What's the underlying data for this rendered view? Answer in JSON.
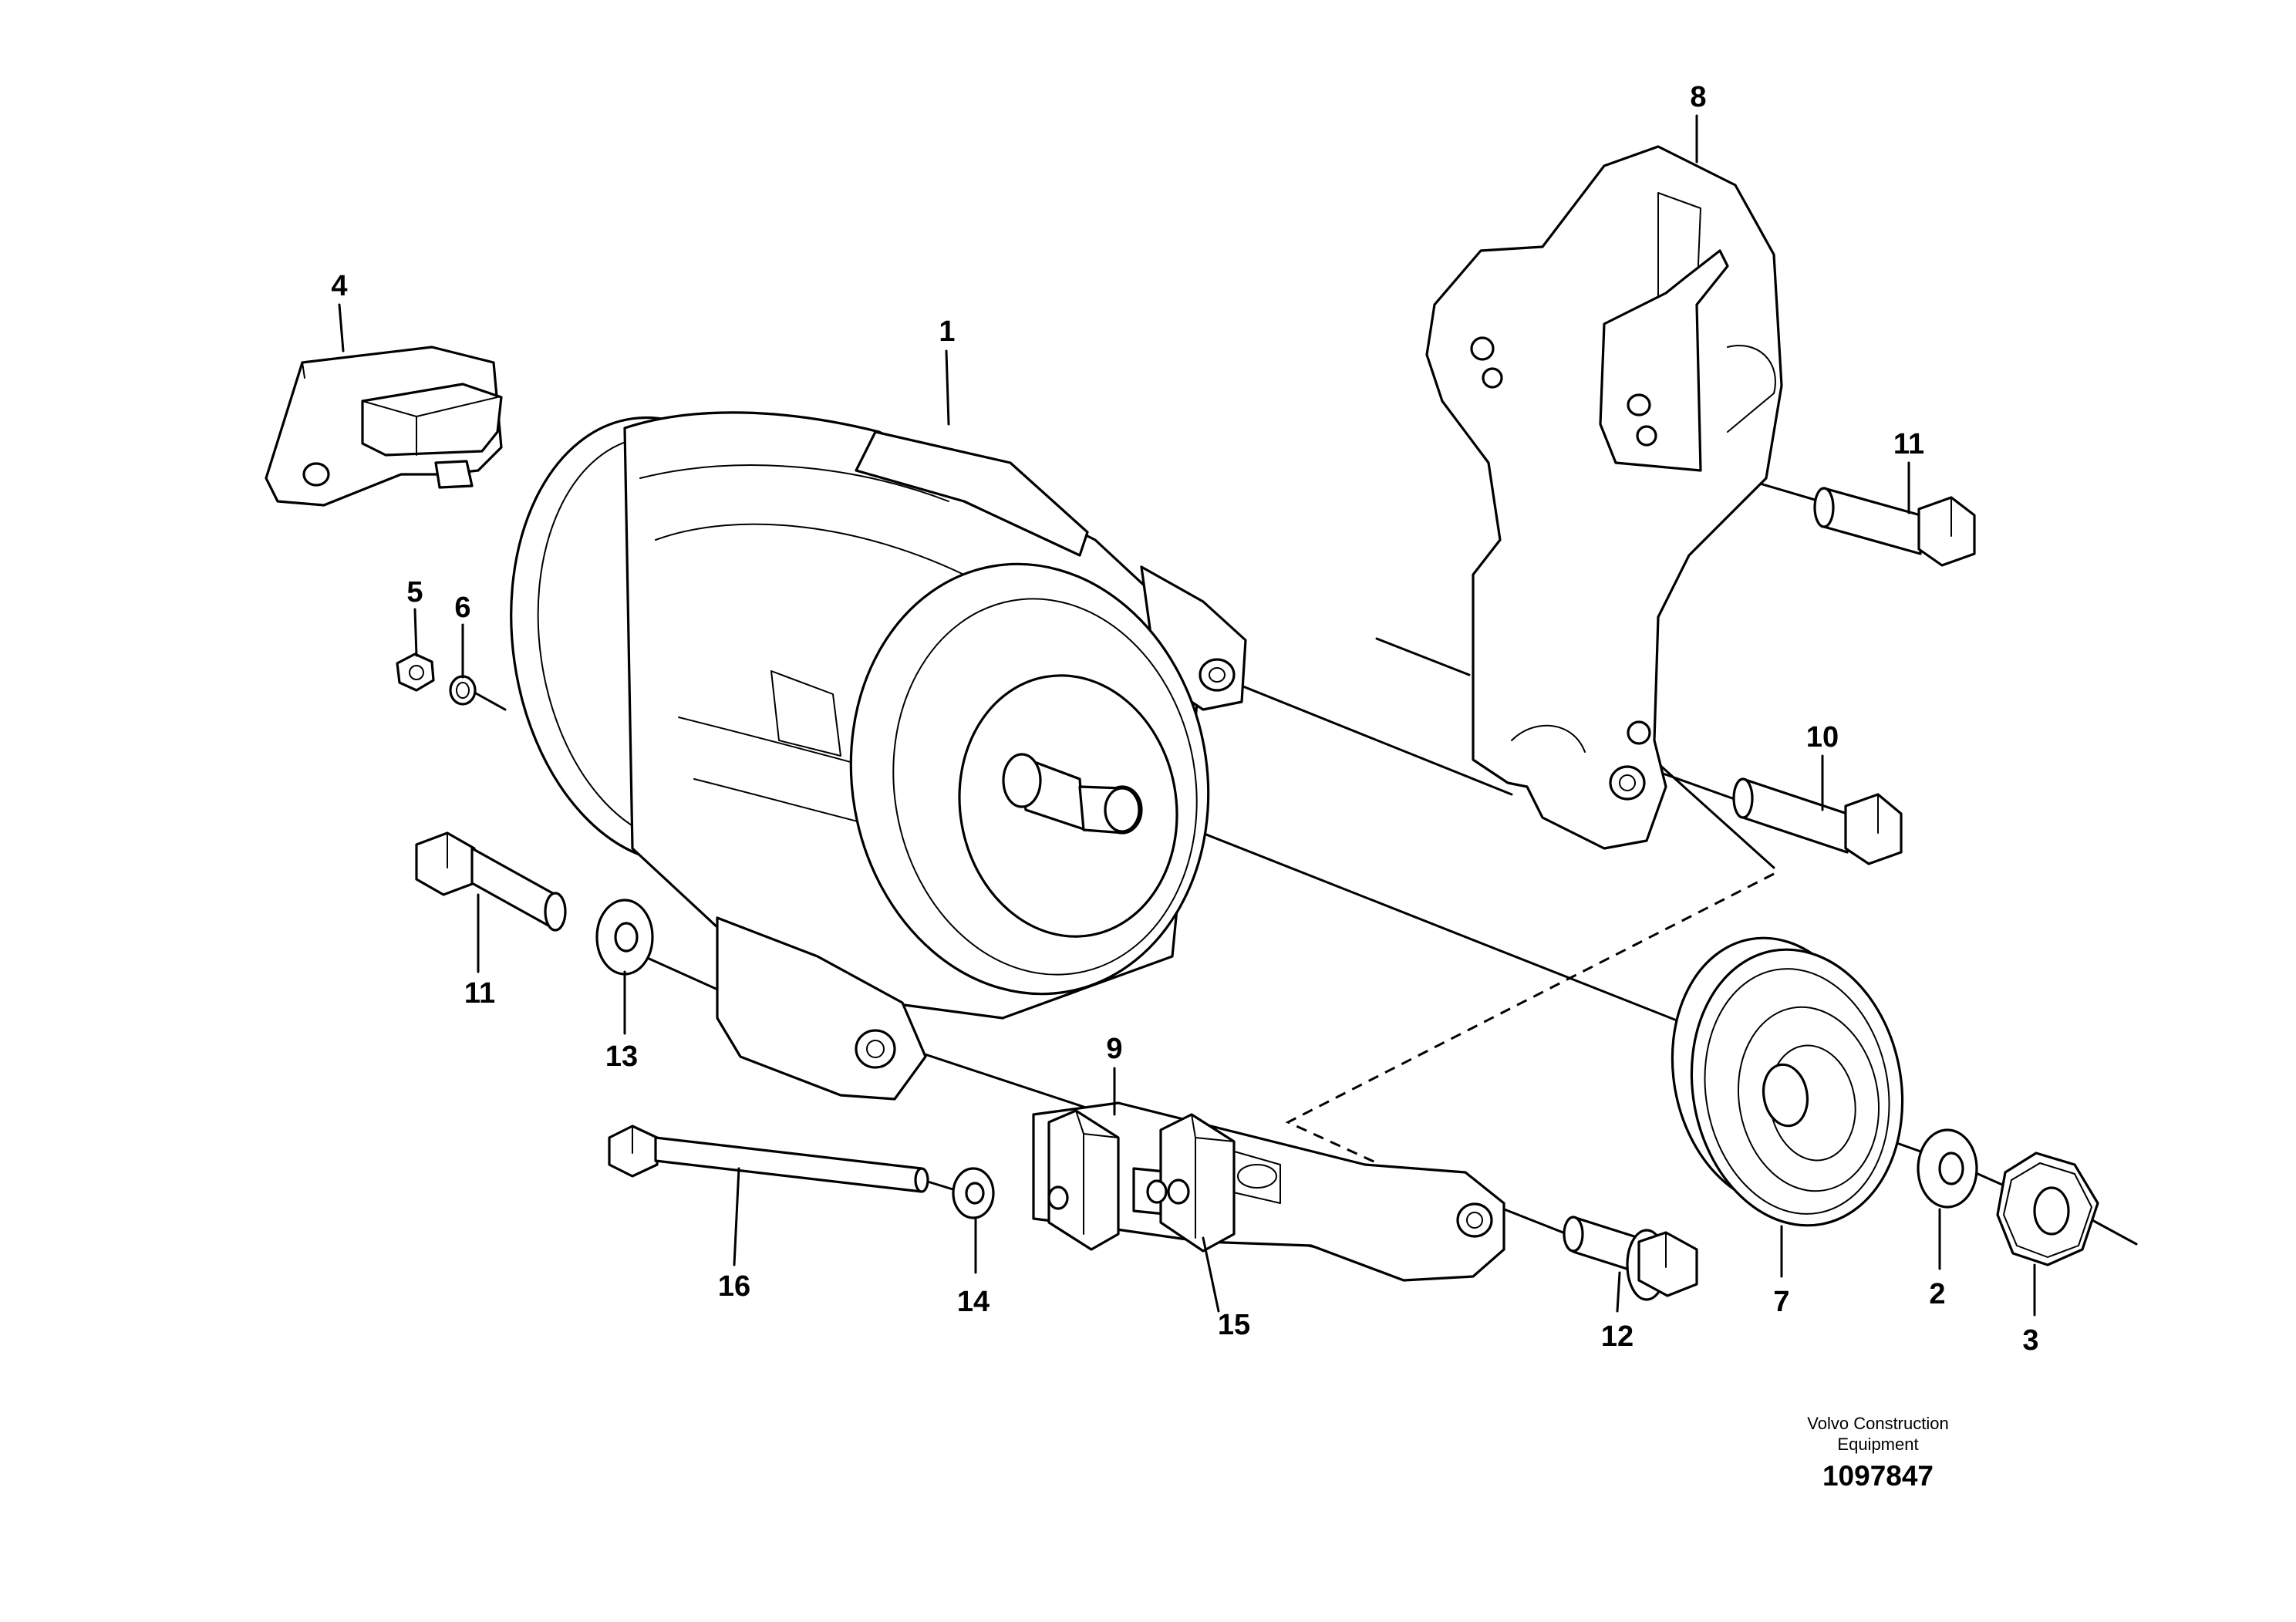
{
  "callouts": {
    "c1": "1",
    "c2": "2",
    "c3": "3",
    "c4": "4",
    "c5": "5",
    "c6": "6",
    "c7": "7",
    "c8": "8",
    "c9": "9",
    "c10": "10",
    "c11a": "11",
    "c11b": "11",
    "c12": "12",
    "c13": "13",
    "c14": "14",
    "c15": "15",
    "c16": "16"
  },
  "footer": {
    "company_line1": "Volvo Construction",
    "company_line2": "Equipment",
    "drawing_number": "1097847"
  }
}
